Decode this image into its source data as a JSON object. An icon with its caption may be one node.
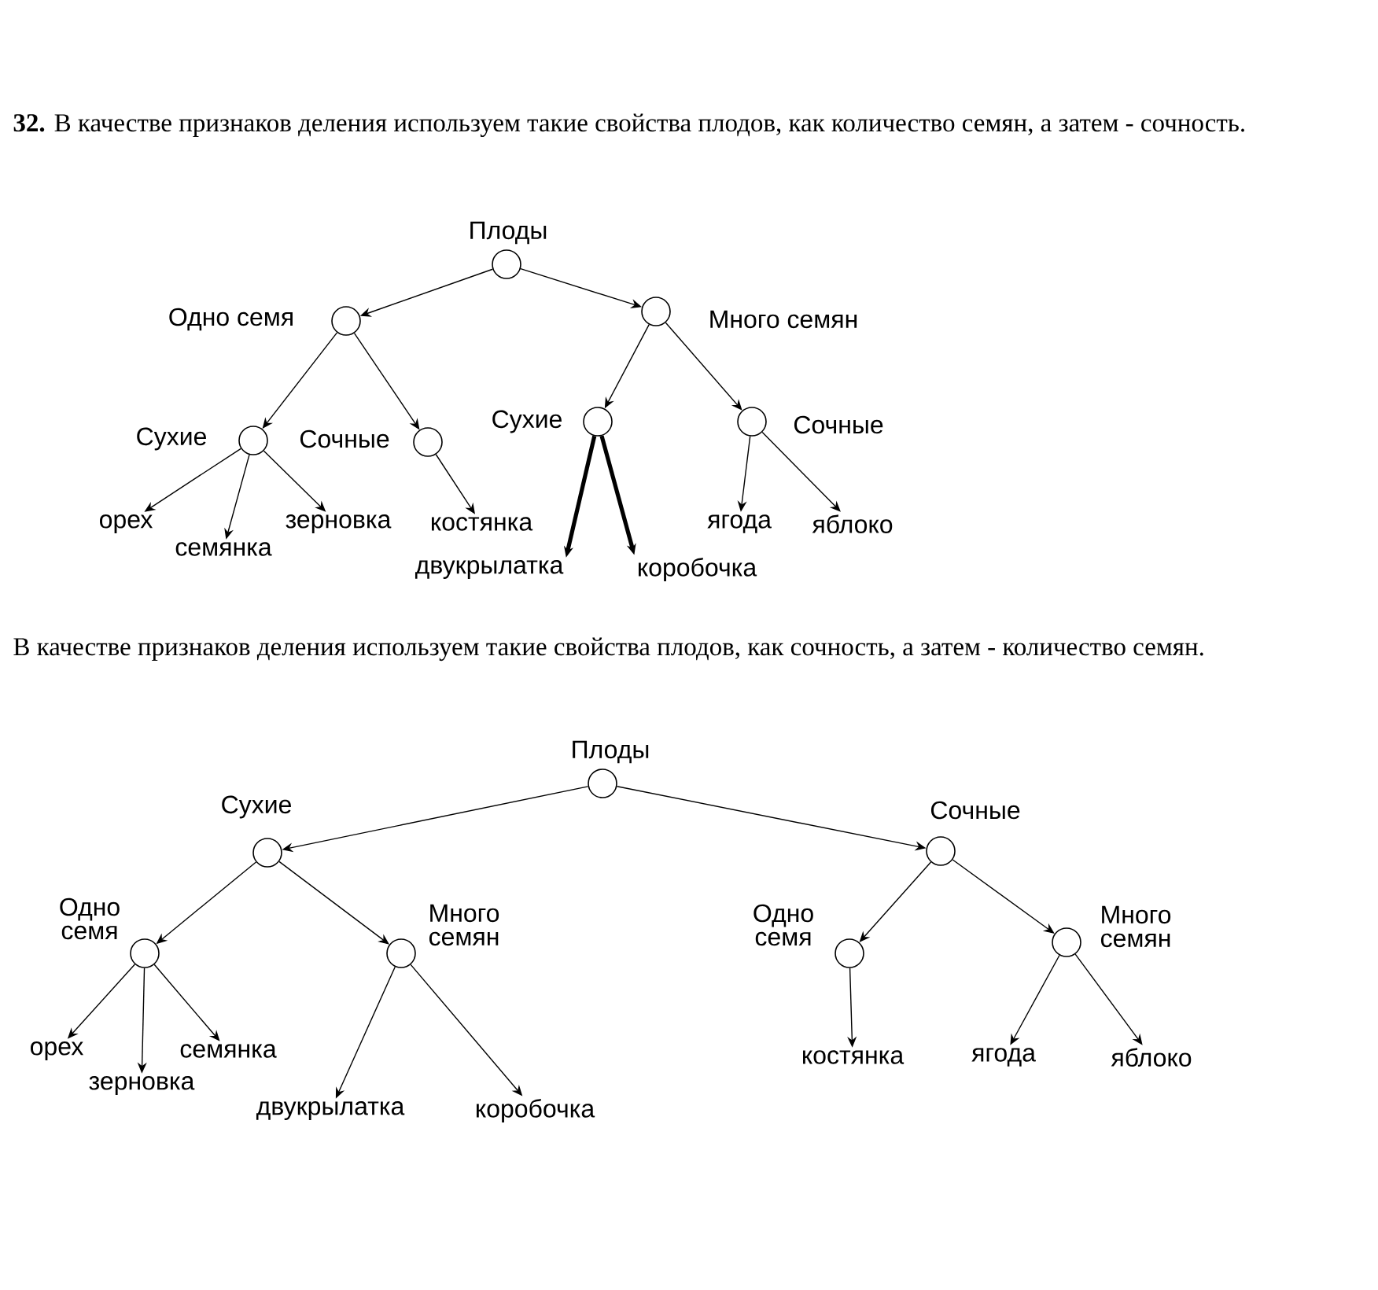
{
  "diagram": {
    "nodes": [
      {
        "text": [],
        "shape": "circle",
        "beside": [
          "Плоды"
        ]
      },
      {
        "text": [],
        "shape": "circle",
        "beside": [
          "Одно семя"
        ]
      },
      {
        "text": [],
        "shape": "circle",
        "beside": [
          "Много семян"
        ]
      },
      {
        "text": [],
        "shape": "circle",
        "beside": [
          "Сухие"
        ]
      },
      {
        "text": [],
        "shape": "circle",
        "beside": [
          "Сочные"
        ]
      },
      {
        "text": [],
        "shape": "circle",
        "beside": [
          "Сухие"
        ]
      },
      {
        "text": [],
        "shape": "circle",
        "beside": [
          "Сочные"
        ]
      },
      {
        "text": [
          "орех"
        ]
      },
      {
        "text": [
          "семянка"
        ]
      },
      {
        "text": [
          "зерновка"
        ]
      },
      {
        "text": [
          "костянка"
        ]
      },
      {
        "text": [
          "двукрылатка"
        ]
      },
      {
        "text": [
          "коробочка"
        ]
      },
      {
        "text": [
          "ягода"
        ]
      },
      {
        "text": [
          "яблоко"
        ]
      },
      {
        "text": [],
        "shape": "circle",
        "beside": [
          "Плоды"
        ]
      },
      {
        "text": [],
        "shape": "circle",
        "beside": [
          "Сухие"
        ]
      },
      {
        "text": [],
        "shape": "circle",
        "beside": [
          "Сочные"
        ]
      },
      {
        "text": [],
        "shape": "circle",
        "beside": [
          "Одно семя"
        ]
      },
      {
        "text": [],
        "shape": "circle",
        "beside": [
          "Много семян"
        ]
      },
      {
        "text": [],
        "shape": "circle",
        "beside": [
          "Одно семя"
        ]
      },
      {
        "text": [],
        "shape": "circle",
        "beside": [
          "Много семян"
        ]
      },
      {
        "text": [
          "орех"
        ]
      },
      {
        "text": [
          "зерновка"
        ]
      },
      {
        "text": [
          "семянка"
        ]
      },
      {
        "text": [
          "двукрылатка"
        ]
      },
      {
        "text": [
          "коробочка"
        ]
      },
      {
        "text": [
          "костянка"
        ]
      },
      {
        "text": [
          "ягода"
        ]
      },
      {
        "text": [
          "яблоко"
        ]
      }
    ],
    "edges": [
      {
        "from": 0,
        "to": 1,
        "arrow": "to"
      },
      {
        "from": 0,
        "to": 2,
        "arrow": "to"
      },
      {
        "from": 1,
        "to": 3,
        "arrow": "to"
      },
      {
        "from": 1,
        "to": 4,
        "arrow": "to"
      },
      {
        "from": 2,
        "to": 5,
        "arrow": "to"
      },
      {
        "from": 2,
        "to": 6,
        "arrow": "to"
      },
      {
        "from": 3,
        "to": 7,
        "arrow": "to"
      },
      {
        "from": 3,
        "to": 8,
        "arrow": "to"
      },
      {
        "from": 3,
        "to": 9,
        "arrow": "to"
      },
      {
        "from": 4,
        "to": 10,
        "arrow": "to"
      },
      {
        "from": 5,
        "to": 11,
        "arrow": "to",
        "style": "thick"
      },
      {
        "from": 5,
        "to": 12,
        "arrow": "to",
        "style": "thick"
      },
      {
        "from": 6,
        "to": 13,
        "arrow": "to"
      },
      {
        "from": 6,
        "to": 14,
        "arrow": "to"
      },
      {
        "from": 15,
        "to": 16,
        "arrow": "to"
      },
      {
        "from": 15,
        "to": 17,
        "arrow": "to"
      },
      {
        "from": 16,
        "to": 18,
        "arrow": "to"
      },
      {
        "from": 16,
        "to": 19,
        "arrow": "to"
      },
      {
        "from": 17,
        "to": 20,
        "arrow": "to"
      },
      {
        "from": 17,
        "to": 21,
        "arrow": "to"
      },
      {
        "from": 18,
        "to": 22,
        "arrow": "to"
      },
      {
        "from": 18,
        "to": 23,
        "arrow": "to"
      },
      {
        "from": 18,
        "to": 24,
        "arrow": "to"
      },
      {
        "from": 19,
        "to": 25,
        "arrow": "to"
      },
      {
        "from": 19,
        "to": 26,
        "arrow": "to"
      },
      {
        "from": 20,
        "to": 27,
        "arrow": "to"
      },
      {
        "from": 21,
        "to": 28,
        "arrow": "to"
      },
      {
        "from": 21,
        "to": 29,
        "arrow": "to"
      }
    ],
    "labels": [
      "**32.** В качестве признаков деления используем такие свойства плодов, как количество семян, а затем - сочность.",
      "В качестве признаков деления используем такие свойства плодов, как сочность, а затем - количество семян."
    ]
  }
}
